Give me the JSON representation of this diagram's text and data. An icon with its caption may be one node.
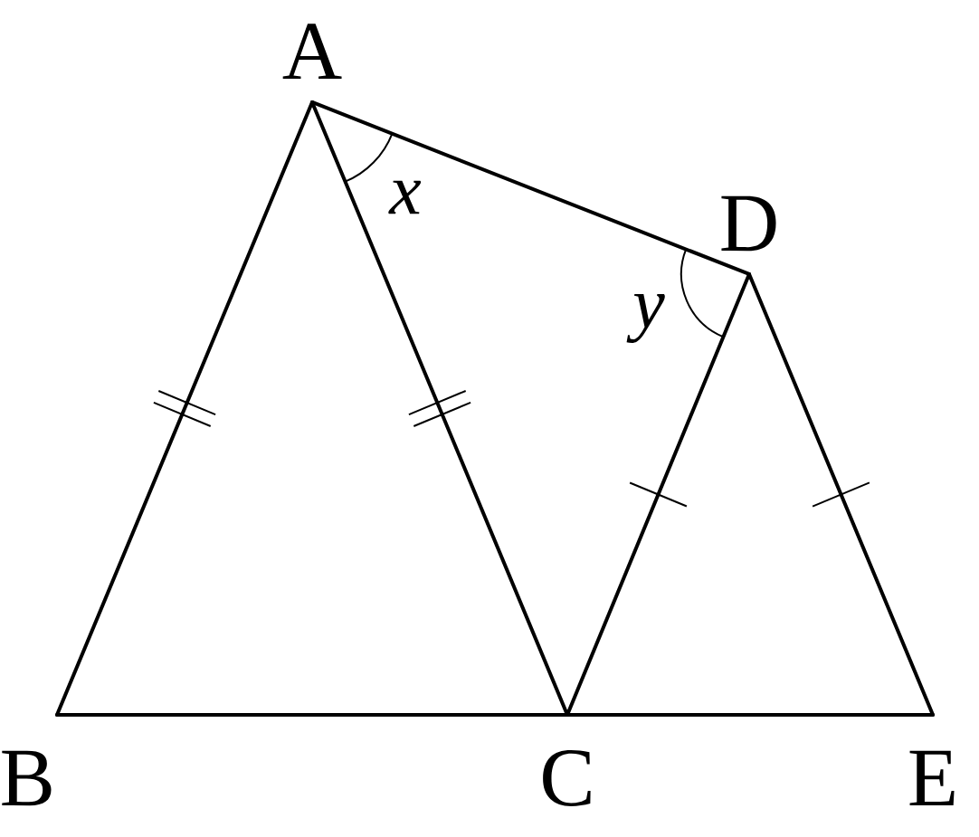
{
  "diagram": {
    "nodes": [
      {
        "text": [
          "A"
        ]
      },
      {
        "text": [
          "B"
        ]
      },
      {
        "text": [
          "C"
        ]
      },
      {
        "text": [
          "D"
        ]
      },
      {
        "text": [
          "E"
        ]
      }
    ],
    "edges": [
      {
        "from": 0,
        "to": 1,
        "arrow": "none"
      },
      {
        "from": 0,
        "to": 2,
        "arrow": "none"
      },
      {
        "from": 0,
        "to": 3,
        "arrow": "none"
      },
      {
        "from": 1,
        "to": 2,
        "arrow": "none"
      },
      {
        "from": 2,
        "to": 3,
        "arrow": "none"
      },
      {
        "from": 3,
        "to": 4,
        "arrow": "none"
      },
      {
        "from": 2,
        "to": 4,
        "arrow": "none"
      }
    ],
    "labels": [
      "x",
      "y"
    ]
  }
}
